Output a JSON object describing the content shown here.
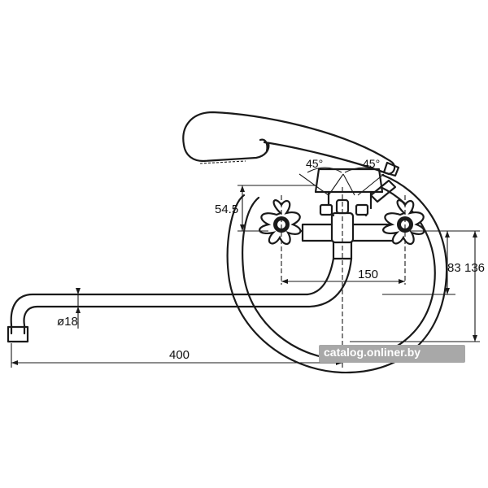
{
  "dimensions": {
    "spout_length": "400",
    "spout_diameter": "ø18",
    "handle_spacing": "150",
    "height_a": "54.5",
    "height_b": "83",
    "height_c": "136",
    "angle_left": "45°",
    "angle_right": "45°"
  },
  "watermark": "catalog.onliner.by"
}
